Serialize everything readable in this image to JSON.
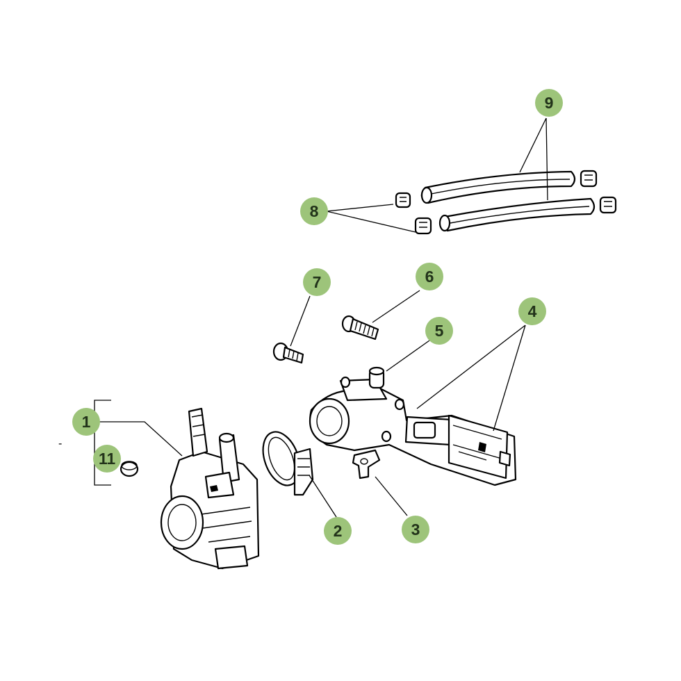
{
  "diagram": {
    "callouts": [
      {
        "id": "1",
        "label": "1"
      },
      {
        "id": "2",
        "label": "2"
      },
      {
        "id": "3",
        "label": "3"
      },
      {
        "id": "4",
        "label": "4"
      },
      {
        "id": "5",
        "label": "5"
      },
      {
        "id": "6",
        "label": "6"
      },
      {
        "id": "7",
        "label": "7"
      },
      {
        "id": "8",
        "label": "8"
      },
      {
        "id": "9",
        "label": "9"
      },
      {
        "id": "11",
        "label": "11"
      }
    ],
    "dash_mark": "-",
    "callout_color": "#9dc47a",
    "text_color": "#22331a"
  }
}
